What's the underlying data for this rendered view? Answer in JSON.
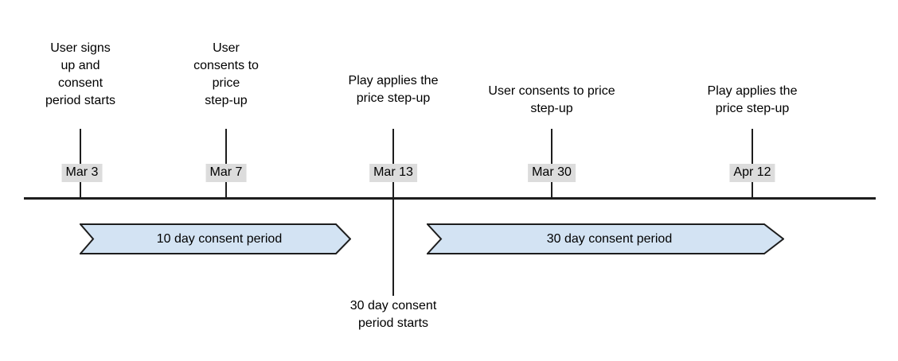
{
  "timeline": {
    "events": [
      {
        "date": "Mar 3",
        "label": "User signs up and consent period starts",
        "lines": [
          "User signs",
          "up and",
          "consent",
          "period starts"
        ]
      },
      {
        "date": "Mar 7",
        "label": "User consents to price step-up",
        "lines": [
          "User",
          "consents to",
          "price",
          "step-up"
        ]
      },
      {
        "date": "Mar 13",
        "label": "Play applies the price step-up",
        "lines": [
          "Play applies the",
          "price step-up"
        ]
      },
      {
        "date": "Mar 30",
        "label": "User consents to price step-up",
        "lines": [
          "User consents to price",
          "step-up"
        ]
      },
      {
        "date": "Apr 12",
        "label": "Play applies the price step-up",
        "lines": [
          "Play applies the",
          "price step-up"
        ]
      }
    ],
    "periods": [
      {
        "label": "10 day consent period"
      },
      {
        "label": "30 day consent period"
      }
    ],
    "notes": [
      {
        "anchor_date": "Mar 13",
        "label": "30 day consent period starts",
        "lines": [
          "30 day consent",
          "period starts"
        ]
      }
    ],
    "colors": {
      "period_arrow_fill": "#d3e3f3",
      "period_arrow_stroke": "#1d1d1d",
      "date_badge_bg": "#dcdcdc",
      "axis_line": "#1d1d1d",
      "text": "#000000"
    }
  }
}
